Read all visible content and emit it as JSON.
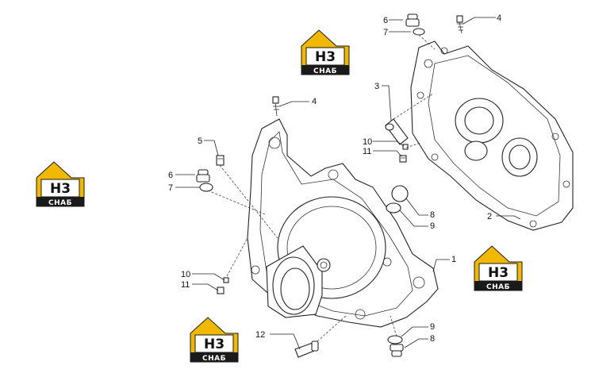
{
  "logo": {
    "mark": "H3",
    "caption": "СНАБ",
    "color_yellow": "#f0b800",
    "color_dark": "#1a1a1a"
  },
  "callouts": [
    {
      "id": "c6a",
      "label": "6"
    },
    {
      "id": "c7a",
      "label": "7"
    },
    {
      "id": "c4a",
      "label": "4"
    },
    {
      "id": "c3",
      "label": "3"
    },
    {
      "id": "c10a",
      "label": "10"
    },
    {
      "id": "c11a",
      "label": "11"
    },
    {
      "id": "c2",
      "label": "2"
    },
    {
      "id": "c4b",
      "label": "4"
    },
    {
      "id": "c5",
      "label": "5"
    },
    {
      "id": "c6b",
      "label": "6"
    },
    {
      "id": "c7b",
      "label": "7"
    },
    {
      "id": "c8a",
      "label": "8"
    },
    {
      "id": "c9a",
      "label": "9"
    },
    {
      "id": "c1",
      "label": "1"
    },
    {
      "id": "c10b",
      "label": "10"
    },
    {
      "id": "c11b",
      "label": "11"
    },
    {
      "id": "c12",
      "label": "12"
    },
    {
      "id": "c9b",
      "label": "9"
    },
    {
      "id": "c8b",
      "label": "8"
    }
  ]
}
